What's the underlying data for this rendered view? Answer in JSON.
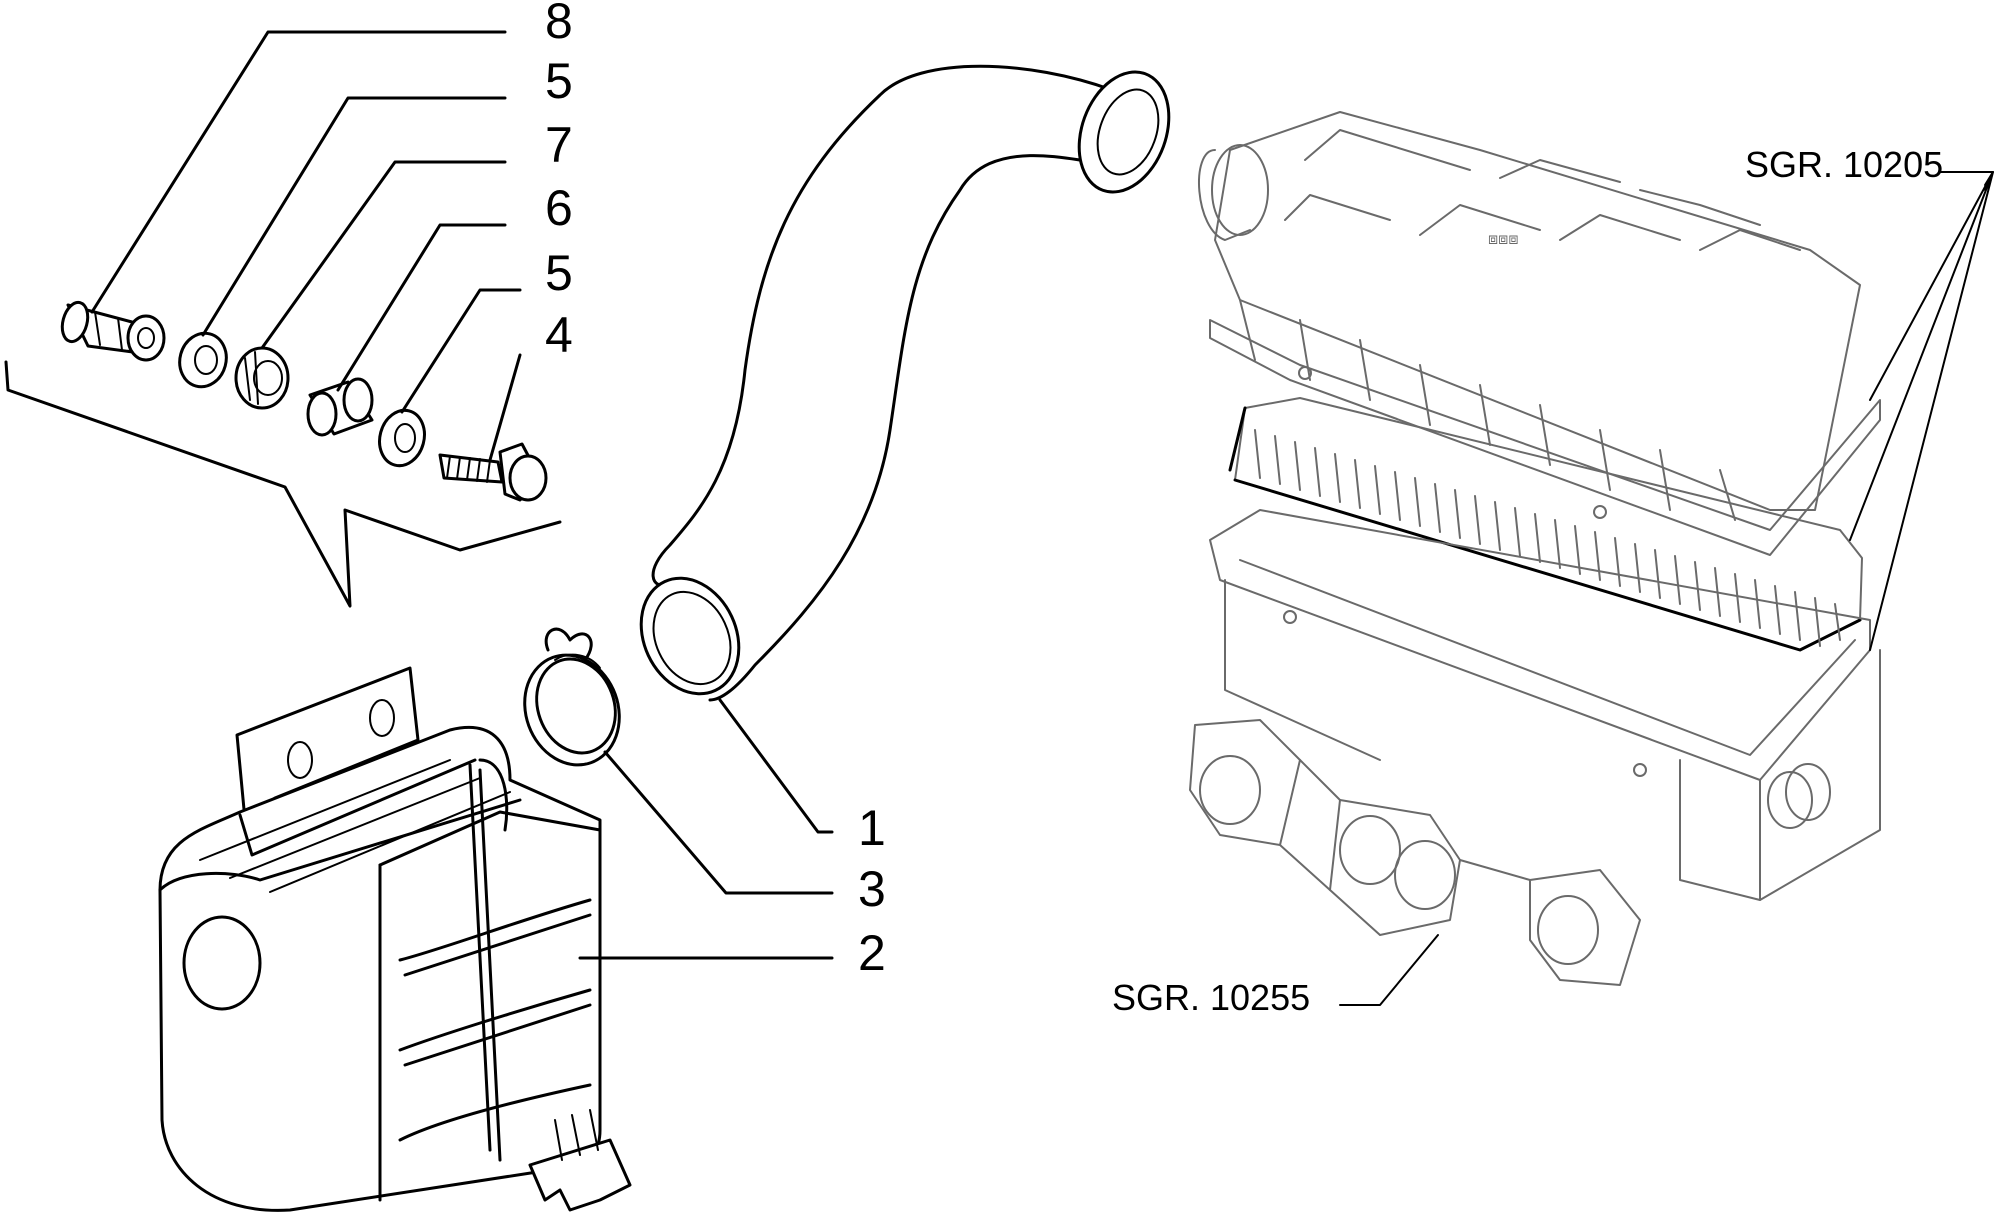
{
  "callouts": {
    "c8": "8",
    "c5a": "5",
    "c7": "7",
    "c6": "6",
    "c5b": "5",
    "c4": "4",
    "c1": "1",
    "c3": "3",
    "c2": "2"
  },
  "references": {
    "air_filter_group": "SGR. 10205",
    "manifold_group": "SGR. 10255"
  }
}
